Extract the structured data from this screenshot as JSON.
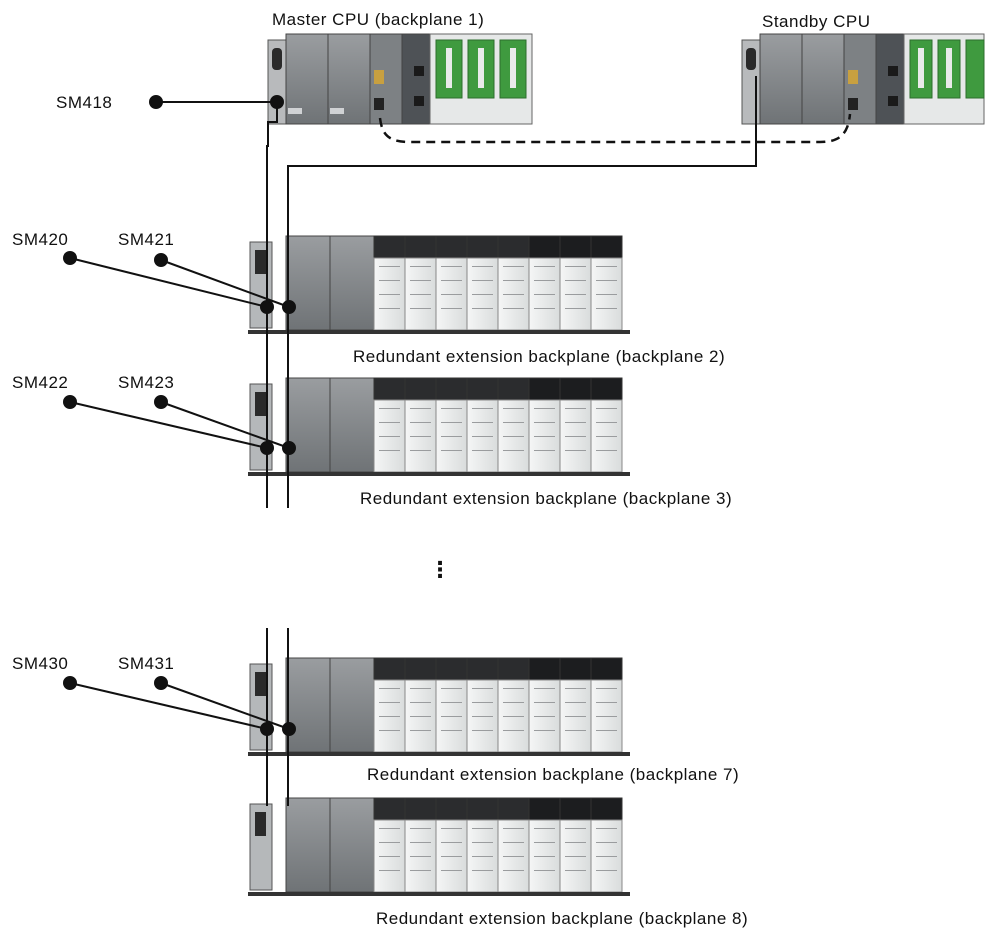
{
  "labels": {
    "master_cpu": "Master CPU (backplane 1)",
    "standby_cpu": "Standby CPU",
    "backplane_2": "Redundant extension backplane (backplane 2)",
    "backplane_3": "Redundant extension backplane (backplane 3)",
    "backplane_7": "Redundant extension backplane (backplane 7)",
    "backplane_8": "Redundant extension backplane (backplane 8)",
    "ellipsis": "⋮"
  },
  "flags": {
    "sm418": "SM418",
    "sm420": "SM420",
    "sm421": "SM421",
    "sm422": "SM422",
    "sm423": "SM423",
    "sm430": "SM430",
    "sm431": "SM431"
  },
  "colors": {
    "module_gray": "#8c8f92",
    "module_dark": "#5c6064",
    "io_white": "#eef0f0",
    "io_black": "#1e1f21",
    "green_terminal": "#3f9a3f",
    "line": "#111111"
  }
}
